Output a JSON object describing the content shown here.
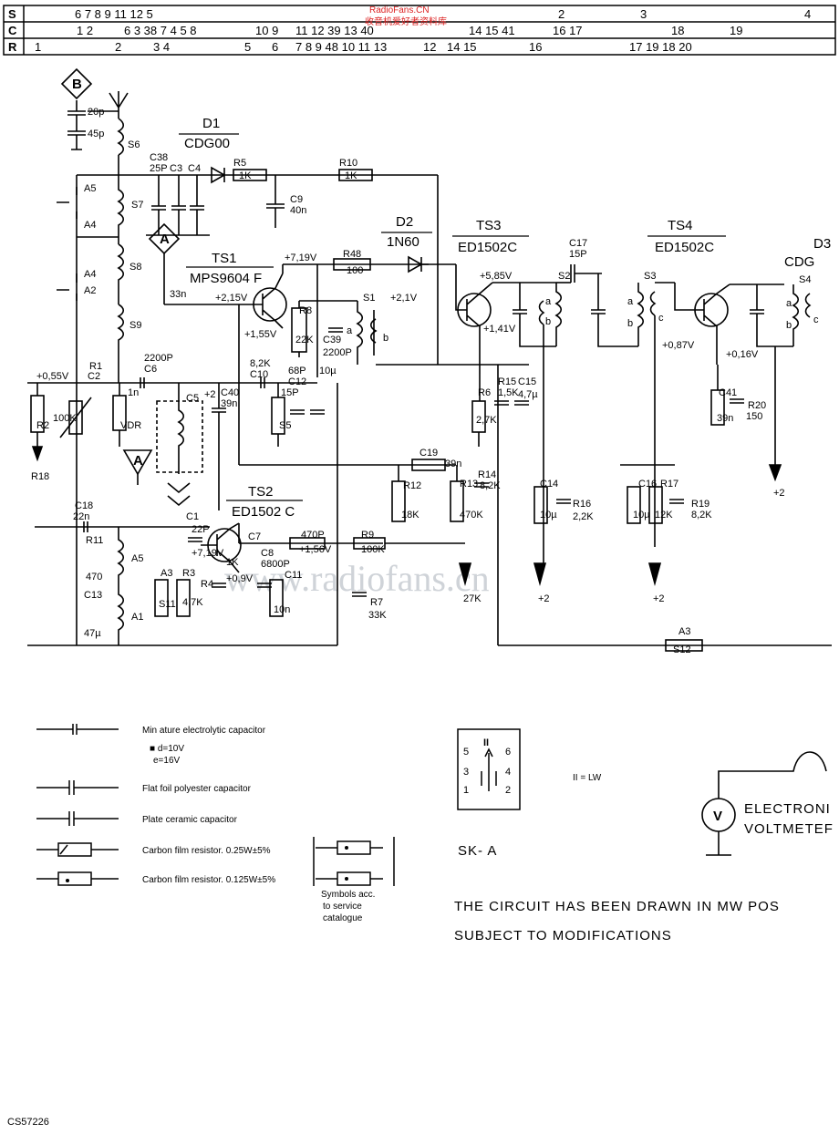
{
  "watermark": {
    "top_url": "RadioFans.CN",
    "top_cn": "收音机爱好者资料库",
    "center": "www.radiofans.cn"
  },
  "index": {
    "row_s": {
      "label": "S",
      "entries": [
        "6 7 8 9 11 12 5",
        "2",
        "3",
        "4"
      ]
    },
    "row_c": {
      "label": "C",
      "entries": [
        "1 2",
        "6 3 38 7 4 5 8",
        "10 9",
        "11 12 39 13 40",
        "14 15 41",
        "16 17",
        "18",
        "19"
      ]
    },
    "row_r": {
      "label": "R",
      "entries": [
        "1",
        "2",
        "3 4",
        "5",
        "6",
        "7 8 9 48 10 11 13",
        "12",
        "14 15",
        "16",
        "17 19 18 20"
      ]
    }
  },
  "stages": {
    "d1": {
      "ref": "D1",
      "type": "CDG00"
    },
    "d2": {
      "ref": "D2",
      "type": "1N60"
    },
    "d3": {
      "ref": "D3",
      "type": "CDG"
    },
    "ts1": {
      "ref": "TS1",
      "type": "MPS9604 F"
    },
    "ts2": {
      "ref": "TS2",
      "type": "ED1502 C"
    },
    "ts3": {
      "ref": "TS3",
      "type": "ED1502C"
    },
    "ts4": {
      "ref": "TS4",
      "type": "ED1502C"
    }
  },
  "terminals": {
    "b": "B",
    "a": "A",
    "a2": "A"
  },
  "components": [
    "20p",
    "45p",
    "S6",
    "C38",
    "25P",
    "C3",
    "C4",
    "R5",
    "1K",
    "R10",
    "1K",
    "C9",
    "40n",
    "A5",
    "A4",
    "S7",
    "S8",
    "A4",
    "A2",
    "S9",
    "+7,19V",
    "R48",
    "100",
    "33n",
    "+2,15V",
    "+1,55V",
    "R8",
    "22K",
    "C39",
    "2200P",
    "S1",
    "a",
    "b",
    "+2,1V",
    "+5,85V",
    "+1,41V",
    "C17",
    "15P",
    "S2",
    "a",
    "b",
    "S3",
    "a",
    "b",
    "c",
    "+0,87V",
    "S4",
    "a",
    "b",
    "c",
    "+0,16V",
    "+0,55V",
    "R1",
    "C2",
    "2200P",
    "C6",
    "1n",
    "R2",
    "100K",
    "VDR",
    "8,2K",
    "C10",
    "68P",
    "C12",
    "10µ",
    "C40",
    "39n",
    "C5",
    "15P",
    "S5",
    "R6",
    "2,7K",
    "R15",
    "1,5K",
    "C15",
    "4,7µ",
    "C41",
    "39n",
    "R20",
    "150",
    "C19",
    "39n",
    "R12",
    "18K",
    "R13",
    "470K",
    "R14",
    "8,2K",
    "C14",
    "10µ",
    "R16",
    "2,2K",
    "C16",
    "10µ",
    "R17",
    "12K",
    "R19",
    "8,2K",
    "C18",
    "22n",
    "C1",
    "22P",
    "+7,19V",
    "C7",
    "470P",
    "+1,56V",
    "R9",
    "100K",
    "R11",
    "470",
    "A5",
    "A3",
    "S11",
    "R3",
    "4,7K",
    "R4",
    "1K",
    "+0,9V",
    "C8",
    "6800P",
    "C11",
    "10n",
    "R7",
    "33K",
    "C13",
    "47µ",
    "A1",
    "A3",
    "S12",
    "R18",
    "27K",
    "+2",
    "+2",
    "+2",
    "+2",
    "+2",
    "+2"
  ],
  "legend": [
    {
      "text": "Min ature electrolytic capacitor"
    },
    {
      "text": "■ d=10V"
    },
    {
      "text": "e=16V"
    },
    {
      "text": "Flat foil polyester capacitor"
    },
    {
      "text": "Plate ceramic capacitor"
    },
    {
      "text": "Carbon film resistor. 0.25W±5%"
    },
    {
      "text": "Carbon film resistor. 0.125W±5%"
    }
  ],
  "symbols_note": [
    "Symbols acc.",
    "to service",
    "catalogue"
  ],
  "switch_block": {
    "title": "SK- A",
    "roman": "II",
    "pins": [
      "5",
      "6",
      "3",
      "4",
      "1",
      "2"
    ],
    "mode": "II = LW"
  },
  "voltmeter": {
    "symbol": "V",
    "line1": "ELECTRONI",
    "line2": "VOLTMETEF"
  },
  "notes": [
    "THE CIRCUIT HAS BEEN DRAWN IN MW POS",
    "SUBJECT TO MODIFICATIONS"
  ],
  "drawing_number": "CS57226"
}
